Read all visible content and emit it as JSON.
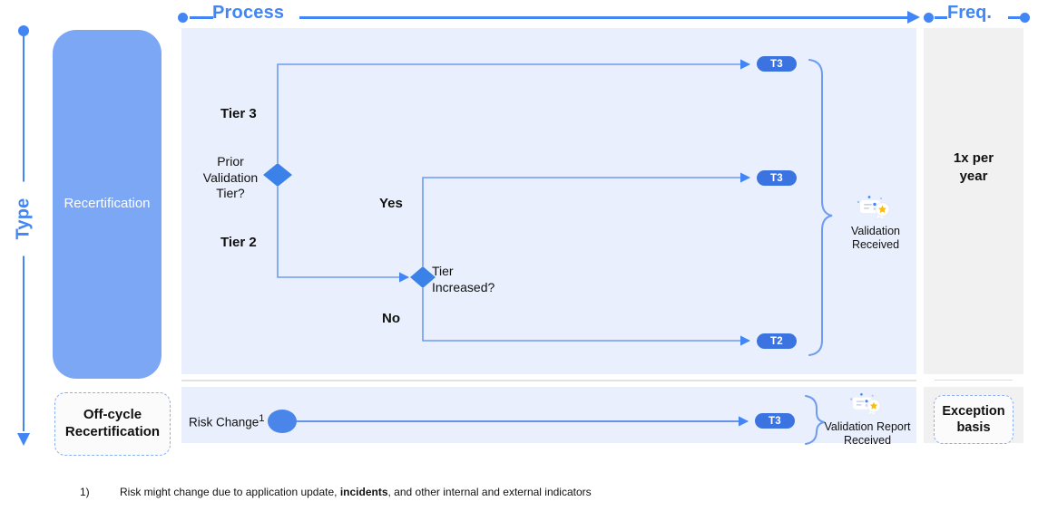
{
  "axes": {
    "type_label": "Type",
    "process_label": "Process",
    "freq_label": "Freq."
  },
  "type_column": {
    "recertification": "Recertification",
    "off_cycle": "Off-cycle\nRecertification",
    "off_cycle_line1": "Off-cycle",
    "off_cycle_line2": "Recertification"
  },
  "process": {
    "decisions": [
      {
        "id": "prior-validation-tier",
        "label_line1": "Prior",
        "label_line2": "Validation",
        "label_line3": "Tier?"
      },
      {
        "id": "tier-increased",
        "label_line1": "Tier",
        "label_line2": "Increased?"
      }
    ],
    "branch_labels": {
      "tier3": "Tier 3",
      "tier2": "Tier 2",
      "yes": "Yes",
      "no": "No"
    },
    "outcome_badges": [
      {
        "id": "t3-from-tier3",
        "label": "T3"
      },
      {
        "id": "t3-from-yes",
        "label": "T3"
      },
      {
        "id": "t2-from-no",
        "label": "T2"
      }
    ],
    "result": {
      "icon": "validation-badge-icon",
      "caption_line1": "Validation",
      "caption_line2": "Received"
    }
  },
  "off_cycle_process": {
    "start_label": "Risk Change",
    "start_footnote_marker": "1",
    "badge": {
      "id": "t3-offcycle",
      "label": "T3"
    },
    "result": {
      "icon": "validation-badge-icon",
      "caption_line1": "Validation Report",
      "caption_line2": "Received"
    }
  },
  "frequency": {
    "main_line1": "1x per",
    "main_line2": "year",
    "exception_line1": "Exception",
    "exception_line2": "basis"
  },
  "footnote": {
    "marker": "1)",
    "text_before": "Risk might change due to application update, ",
    "text_bold": "incidents",
    "text_after": ", and other internal and external indicators"
  },
  "colors": {
    "accent_blue": "#4285f4",
    "panel_blue": "#e9effc",
    "card_blue": "#7ba7f5",
    "badge_blue": "#3b74e0",
    "panel_gray": "#f1f1f1",
    "dashed_border": "#8ab0f5"
  }
}
